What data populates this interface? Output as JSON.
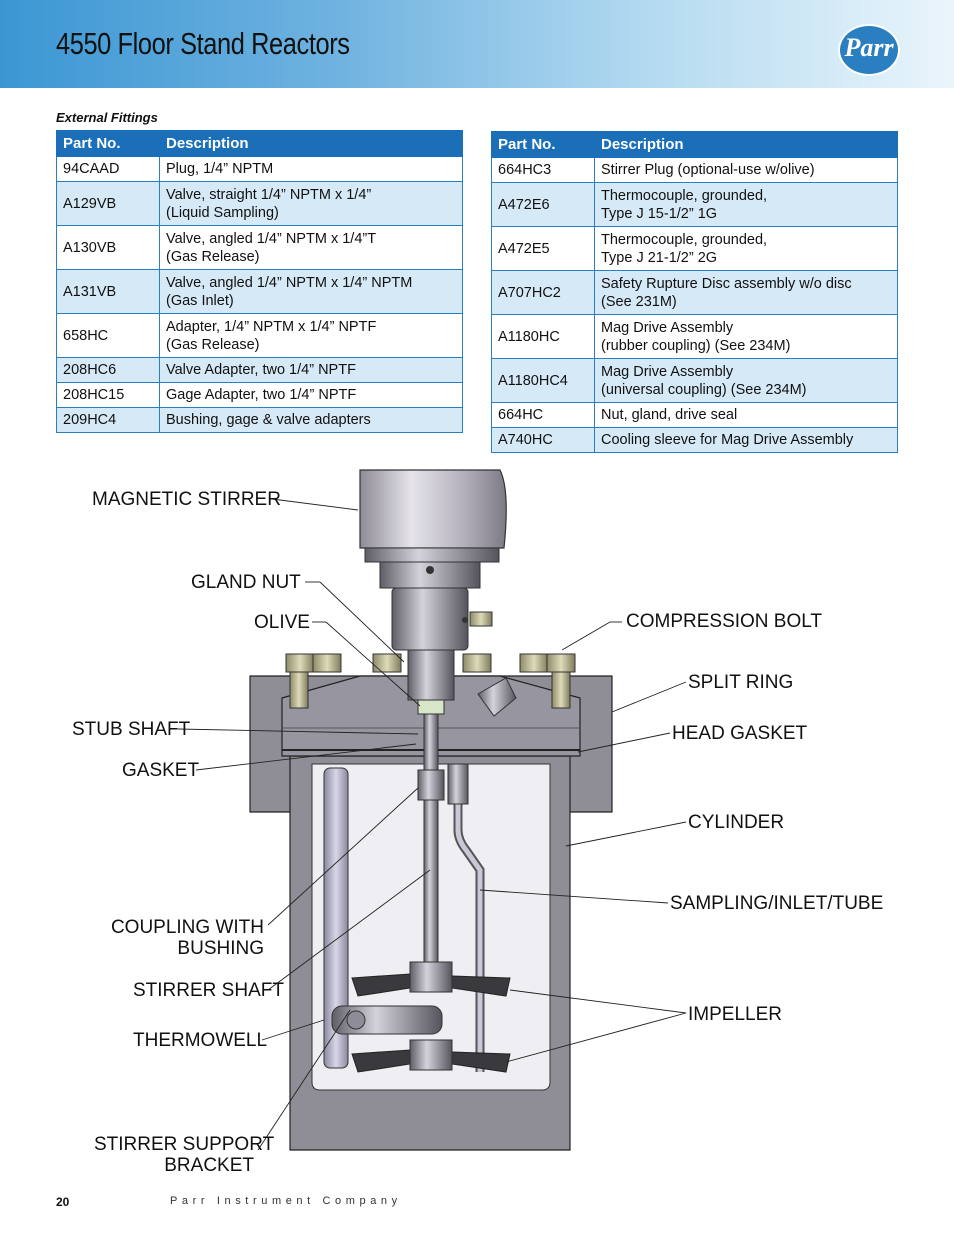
{
  "header": {
    "title": "4550 Floor Stand Reactors",
    "logo_text": "Parr"
  },
  "fittings": {
    "section_label": "External Fittings",
    "col_part": "Part No.",
    "col_desc": "Description",
    "left_rows": [
      {
        "part": "94CAAD",
        "desc": [
          "Plug, 1/4” NPTM"
        ]
      },
      {
        "part": "A129VB",
        "desc": [
          "Valve, straight 1/4” NPTM x 1/4”",
          "(Liquid Sampling)"
        ]
      },
      {
        "part": "A130VB",
        "desc": [
          "Valve, angled 1/4” NPTM x 1/4”T",
          "(Gas Release)"
        ]
      },
      {
        "part": "A131VB",
        "desc": [
          "Valve, angled 1/4” NPTM x 1/4” NPTM",
          "(Gas Inlet)"
        ]
      },
      {
        "part": "658HC",
        "desc": [
          "Adapter, 1/4” NPTM x 1/4” NPTF",
          "(Gas Release)"
        ]
      },
      {
        "part": "208HC6",
        "desc": [
          "Valve Adapter, two 1/4” NPTF"
        ]
      },
      {
        "part": "208HC15",
        "desc": [
          "Gage Adapter, two 1/4” NPTF"
        ]
      },
      {
        "part": "209HC4",
        "desc": [
          "Bushing, gage & valve adapters"
        ]
      }
    ],
    "right_rows": [
      {
        "part": "664HC3",
        "desc": [
          "Stirrer Plug (optional-use w/olive)"
        ]
      },
      {
        "part": "A472E6",
        "desc": [
          "Thermocouple, grounded,",
          "Type J 15-1/2” 1G"
        ]
      },
      {
        "part": "A472E5",
        "desc": [
          "Thermocouple, grounded,",
          "Type J 21-1/2” 2G"
        ]
      },
      {
        "part": "A707HC2",
        "desc": [
          "Safety Rupture Disc assembly w/o disc",
          "(See 231M)"
        ]
      },
      {
        "part": "A1180HC",
        "desc": [
          "Mag Drive Assembly",
          "(rubber coupling) (See 234M)"
        ]
      },
      {
        "part": "A1180HC4",
        "desc": [
          "Mag Drive Assembly",
          "(universal coupling) (See 234M)"
        ]
      },
      {
        "part": "664HC",
        "desc": [
          "Nut, gland, drive seal"
        ]
      },
      {
        "part": "A740HC",
        "desc": [
          "Cooling sleeve for Mag Drive Assembly"
        ]
      }
    ]
  },
  "diagram": {
    "labels": {
      "magnetic_stirrer": "MAGNETIC STIRRER",
      "gland_nut": "GLAND NUT",
      "olive": "OLIVE",
      "stub_shaft": "STUB SHAFT",
      "gasket": "GASKET",
      "coupling_1": "COUPLING WITH",
      "coupling_2": "BUSHING",
      "stirrer_shaft": "STIRRER SHAFT",
      "thermowell": "THERMOWELL",
      "support_1": "STIRRER SUPPORT",
      "support_2": "BRACKET",
      "compression_bolt": "COMPRESSION BOLT",
      "split_ring": "SPLIT RING",
      "head_gasket": "HEAD GASKET",
      "cylinder": "CYLINDER",
      "sampling_tube": "SAMPLING/INLET/TUBE",
      "impeller": "IMPELLER"
    }
  },
  "footer": {
    "page_number": "20",
    "company": "Parr Instrument Company"
  }
}
